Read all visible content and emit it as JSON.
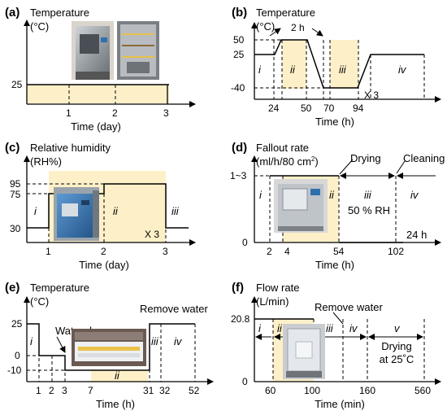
{
  "panels": {
    "a": {
      "tag": "(a)",
      "ylabel_line1": "Temperature",
      "ylabel_line2": "(°C)",
      "yticks": [
        "25"
      ],
      "xticks": [
        "1",
        "2",
        "3"
      ],
      "xlabel": "Time (day)",
      "photos": [
        "environmental-chamber-exterior-photo",
        "environmental-chamber-interior-photo"
      ]
    },
    "b": {
      "tag": "(b)",
      "ylabel_line1": "Temperature",
      "ylabel_line2": "(°C)",
      "yticks": [
        "50",
        "25",
        "-40"
      ],
      "xticks": [
        "24",
        "50",
        "70",
        "94"
      ],
      "xlabel": "Time (h)",
      "annotation_2h": "2 h",
      "repeat": "X 3",
      "phases": [
        "i",
        "ii",
        "iii",
        "iv"
      ]
    },
    "c": {
      "tag": "(c)",
      "ylabel_line1": "Relative humidity",
      "ylabel_line2": "(RH%)",
      "yticks": [
        "95",
        "75",
        "30"
      ],
      "xticks": [
        "1",
        "2",
        "3"
      ],
      "xlabel": "Time (day)",
      "repeat": "X 3",
      "phases": [
        "i",
        "ii",
        "iii"
      ],
      "photos": [
        "humidity-chamber-photo"
      ]
    },
    "d": {
      "tag": "(d)",
      "ylabel_line1": "Fallout rate",
      "ylabel_line2": "(ml/h/80 cm",
      "ylabel_sup": "2",
      "ylabel_end": ")",
      "yticks": [
        "1~3",
        "0"
      ],
      "xticks": [
        "2",
        "4",
        "54",
        "102"
      ],
      "xlabel": "Time (h)",
      "drying": "Drying",
      "cleaning": "Cleaning",
      "rh": "50 % RH",
      "duration": "24 h",
      "phases": [
        "i",
        "ii",
        "iii",
        "iv"
      ],
      "photos": [
        "fallout-chamber-photo"
      ]
    },
    "e": {
      "tag": "(e)",
      "ylabel_line1": "Temperature",
      "ylabel_line2": "(°C)",
      "yticks": [
        "25",
        "0",
        "-10"
      ],
      "xticks": [
        "1",
        "2",
        "3",
        "7",
        "31",
        "32",
        "52"
      ],
      "xlabel": "Time (h)",
      "water_drop": "Water drop",
      "remove_water": "Remove water",
      "phases": [
        "i",
        "ii",
        "iii",
        "iv"
      ],
      "photos": [
        "sample-tray-photo"
      ]
    },
    "f": {
      "tag": "(f)",
      "ylabel_line1": "Flow rate",
      "ylabel_line2": "(L/min)",
      "yticks": [
        "20.8",
        "0"
      ],
      "xticks": [
        "60",
        "100",
        "160",
        "560"
      ],
      "xlabel": "Time (min)",
      "remove_water": "Remove water",
      "drying_line1": "Drying",
      "drying_line2": "at 25˚C",
      "phases": [
        "i",
        "ii",
        "iii",
        "iv",
        "v"
      ],
      "photos": [
        "flow-chamber-photo"
      ]
    }
  },
  "colors": {
    "highlight": "#fdf0c8",
    "line": "#000000",
    "photo_gray": "#9aa0a6",
    "photo_blue": "#3a7ab8"
  }
}
